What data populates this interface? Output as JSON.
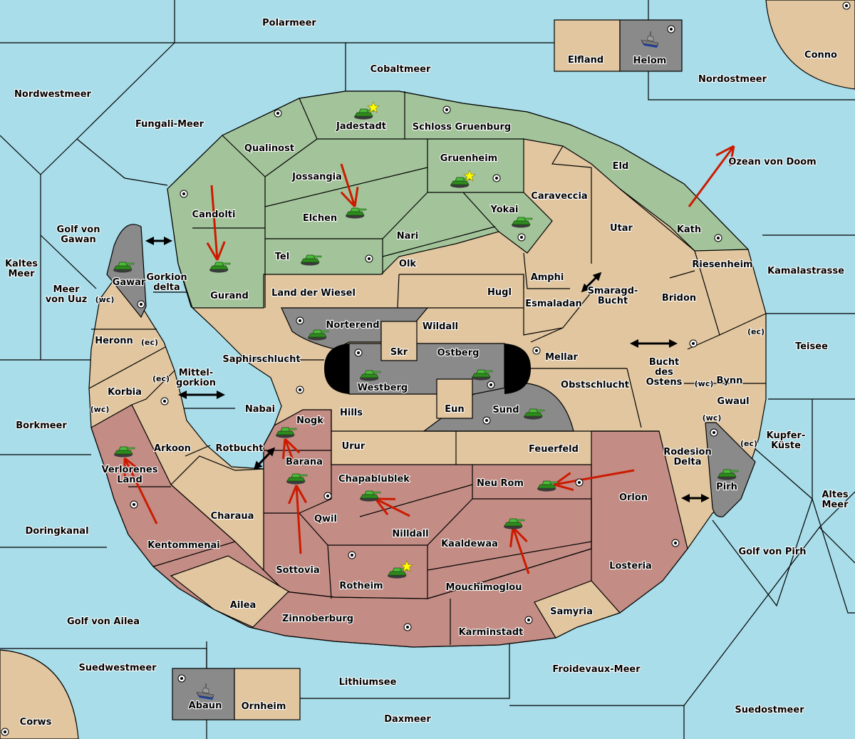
{
  "title": "Diplomacy map",
  "colors": {
    "sea": "#a8dde9",
    "neutral": "#e1c69f",
    "green_power": "#a3c49a",
    "red_power": "#c38c84",
    "grey_power": "#8a8a8a",
    "impassable": "#000000",
    "order_arrow": "#cc1a00",
    "support_center": "#ffffff",
    "star": "#ffff00"
  },
  "territories": [
    {
      "name": "Polarmeer",
      "type": "sea"
    },
    {
      "name": "Cobaltmeer",
      "type": "sea"
    },
    {
      "name": "Nordwestmeer",
      "type": "sea"
    },
    {
      "name": "Fungali-Meer",
      "type": "sea"
    },
    {
      "name": "Nordostmeer",
      "type": "sea"
    },
    {
      "name": "Ozean von Doom",
      "type": "sea"
    },
    {
      "name": "Kamalastrasse",
      "type": "sea"
    },
    {
      "name": "Teisee",
      "type": "sea"
    },
    {
      "name": "Kupfer-Küste",
      "type": "sea"
    },
    {
      "name": "Altes Meer",
      "type": "sea"
    },
    {
      "name": "Golf von Pirh",
      "type": "sea"
    },
    {
      "name": "Suedostmeer",
      "type": "sea"
    },
    {
      "name": "Froidevaux-Meer",
      "type": "sea"
    },
    {
      "name": "Daxmeer",
      "type": "sea"
    },
    {
      "name": "Lithiumsee",
      "type": "sea"
    },
    {
      "name": "Suedwestmeer",
      "type": "sea"
    },
    {
      "name": "Golf von Ailea",
      "type": "sea"
    },
    {
      "name": "Doringkanal",
      "type": "sea"
    },
    {
      "name": "Borkmeer",
      "type": "sea"
    },
    {
      "name": "Kaltes Meer",
      "type": "sea"
    },
    {
      "name": "Meer von Uuz",
      "type": "sea"
    },
    {
      "name": "Golf von Gawan",
      "type": "sea"
    },
    {
      "name": "Gorkion delta",
      "type": "sea"
    },
    {
      "name": "Mittel-gorkion",
      "type": "sea"
    },
    {
      "name": "Rotbucht",
      "type": "sea"
    },
    {
      "name": "Smaragd-Bucht",
      "type": "sea"
    },
    {
      "name": "Bucht des Ostens",
      "type": "sea"
    },
    {
      "name": "Rodesion Delta",
      "type": "sea"
    },
    {
      "name": "Elfland",
      "type": "neutral"
    },
    {
      "name": "Helom",
      "type": "grey",
      "supply_center": true,
      "unit": "fleet"
    },
    {
      "name": "Conno",
      "type": "neutral",
      "supply_center": true
    },
    {
      "name": "Corws",
      "type": "neutral",
      "supply_center": true
    },
    {
      "name": "Abaun",
      "type": "grey",
      "supply_center": true,
      "unit": "fleet"
    },
    {
      "name": "Ornheim",
      "type": "neutral"
    },
    {
      "name": "Jadestadt",
      "type": "green",
      "supply_center": true,
      "unit": "army",
      "capital": true
    },
    {
      "name": "Schloss Gruenburg",
      "type": "green",
      "supply_center": true
    },
    {
      "name": "Qualinost",
      "type": "green"
    },
    {
      "name": "Jossangia",
      "type": "green"
    },
    {
      "name": "Gruenheim",
      "type": "green",
      "supply_center": true,
      "unit": "army",
      "capital": true
    },
    {
      "name": "Eld",
      "type": "green"
    },
    {
      "name": "Kath",
      "type": "green",
      "supply_center": true
    },
    {
      "name": "Candolti",
      "type": "green",
      "supply_center": true
    },
    {
      "name": "Gurand",
      "type": "green",
      "unit": "army"
    },
    {
      "name": "Elchen",
      "type": "green",
      "unit": "army"
    },
    {
      "name": "Tel",
      "type": "green",
      "supply_center": true,
      "unit": "army"
    },
    {
      "name": "Nari",
      "type": "green"
    },
    {
      "name": "Yokai",
      "type": "green",
      "supply_center": true,
      "unit": "army"
    },
    {
      "name": "Caraveccia",
      "type": "neutral"
    },
    {
      "name": "Utar",
      "type": "neutral"
    },
    {
      "name": "Olk",
      "type": "neutral"
    },
    {
      "name": "Amphi",
      "type": "neutral"
    },
    {
      "name": "Esmaladan",
      "type": "neutral"
    },
    {
      "name": "Hugl",
      "type": "neutral"
    },
    {
      "name": "Land der Wiesel",
      "type": "neutral"
    },
    {
      "name": "Riesenheim",
      "type": "neutral"
    },
    {
      "name": "Bridon",
      "type": "neutral",
      "supply_center": true
    },
    {
      "name": "Bynn",
      "type": "neutral",
      "coasts": [
        "(ec)",
        "(wc)"
      ]
    },
    {
      "name": "Gwaul",
      "type": "neutral",
      "coasts": [
        "(wc)",
        "(ec)"
      ]
    },
    {
      "name": "Pirh",
      "type": "grey",
      "supply_center": true,
      "unit": "army"
    },
    {
      "name": "Gawar",
      "type": "grey",
      "supply_center": true,
      "unit": "army"
    },
    {
      "name": "Heronn",
      "type": "neutral",
      "coasts": [
        "(wc)",
        "(ec)"
      ]
    },
    {
      "name": "Korbia",
      "type": "neutral",
      "coasts": [
        "(ec)",
        "(wc)"
      ]
    },
    {
      "name": "Arkoon",
      "type": "neutral",
      "supply_center": true
    },
    {
      "name": "Saphirschlucht",
      "type": "neutral"
    },
    {
      "name": "Nabai",
      "type": "neutral",
      "supply_center": true
    },
    {
      "name": "Norterend",
      "type": "grey",
      "supply_center": true,
      "unit": "army"
    },
    {
      "name": "Wildall",
      "type": "neutral"
    },
    {
      "name": "Skr",
      "type": "neutral"
    },
    {
      "name": "Westberg",
      "type": "grey",
      "supply_center": true,
      "unit": "army"
    },
    {
      "name": "Ostberg",
      "type": "grey",
      "supply_center": true,
      "unit": "army"
    },
    {
      "name": "Eun",
      "type": "neutral"
    },
    {
      "name": "Sund",
      "type": "grey",
      "supply_center": true,
      "unit": "army"
    },
    {
      "name": "Mellar",
      "type": "neutral",
      "supply_center": true
    },
    {
      "name": "Obstschlucht",
      "type": "neutral"
    },
    {
      "name": "Hills",
      "type": "neutral"
    },
    {
      "name": "Urur",
      "type": "neutral"
    },
    {
      "name": "Feuerfeld",
      "type": "neutral"
    },
    {
      "name": "Verlorenes Land",
      "type": "red",
      "unit": "army"
    },
    {
      "name": "Kentommenai",
      "type": "red",
      "supply_center": true
    },
    {
      "name": "Charaua",
      "type": "neutral"
    },
    {
      "name": "Ailea",
      "type": "neutral"
    },
    {
      "name": "Nogk",
      "type": "red",
      "unit": "army"
    },
    {
      "name": "Barana",
      "type": "red",
      "unit": "army"
    },
    {
      "name": "Qwil",
      "type": "red",
      "supply_center": true
    },
    {
      "name": "Sottovia",
      "type": "red"
    },
    {
      "name": "Chapablublek",
      "type": "red",
      "unit": "army"
    },
    {
      "name": "Nilldall",
      "type": "red"
    },
    {
      "name": "Rotheim",
      "type": "red",
      "supply_center": true,
      "unit": "army",
      "capital": true
    },
    {
      "name": "Kaaldewaa",
      "type": "red",
      "unit": "army"
    },
    {
      "name": "Mouchimoglou",
      "type": "red"
    },
    {
      "name": "Neu Rom",
      "type": "red",
      "unit": "army"
    },
    {
      "name": "Orlon",
      "type": "red",
      "supply_center": true
    },
    {
      "name": "Losteria",
      "type": "red",
      "supply_center": true
    },
    {
      "name": "Zinnoberburg",
      "type": "red",
      "supply_center": true
    },
    {
      "name": "Karminstadt",
      "type": "red",
      "supply_center": true
    },
    {
      "name": "Samyria",
      "type": "neutral"
    }
  ],
  "orders": [
    {
      "from": "Jossangia",
      "to": "Elchen"
    },
    {
      "from": "Candolti",
      "to": "Gurand"
    },
    {
      "from": "Kath",
      "to": "Ozean von Doom"
    },
    {
      "from": "Kentommenai",
      "to": "Verlorenes Land"
    },
    {
      "from": "Barana",
      "to": "Nogk"
    },
    {
      "from": "Sottovia",
      "to": "Barana"
    },
    {
      "from": "Nilldall",
      "to": "Chapablublek"
    },
    {
      "from": "Orlon",
      "to": "Neu Rom"
    },
    {
      "from": "Mouchimoglou",
      "to": "Kaaldewaa"
    }
  ],
  "canals": [
    "Gawar–Gorkion delta",
    "Mittel-gorkion",
    "Rotbucht",
    "Smaragd-Bucht",
    "Bucht des Ostens",
    "Rodesion Delta–Pirh"
  ]
}
